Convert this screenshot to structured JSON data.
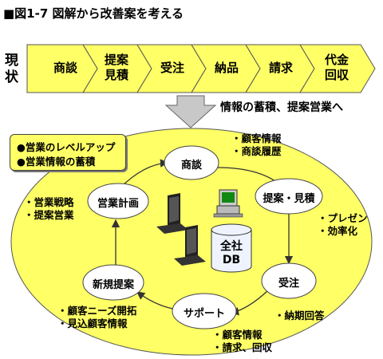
{
  "title": "■図1-7 図解から改善案を考える",
  "current_label": [
    "現",
    "状"
  ],
  "flow": {
    "stages": [
      [
        "商談"
      ],
      [
        "提案",
        "見積"
      ],
      [
        "受注"
      ],
      [
        "納品"
      ],
      [
        "請求"
      ],
      [
        "代金",
        "回収"
      ]
    ],
    "fill_color": "#ffff66"
  },
  "transition": {
    "caption": "情報の蓄積、提案営業へ",
    "arrow_color": "#c8c8c8"
  },
  "goals": [
    "●営業のレベルアップ",
    "●営業情報の蓄積"
  ],
  "cycle": {
    "ellipse_color": "#ffff66",
    "nodes": [
      "商談",
      "提案・見積",
      "受注",
      "サポート",
      "新規提案",
      "営業計画"
    ],
    "database_label": [
      "全社",
      "DB"
    ]
  },
  "notes": {
    "negotiation": [
      "・顧客情報",
      "・商談履歴"
    ],
    "proposal": [
      "・プレゼン",
      "・効率化"
    ],
    "order": [
      "・納期回答"
    ],
    "support": [
      "・顧客情報",
      "・請求、回収"
    ],
    "new_proposal": [
      "・顧客ニーズ開拓",
      "・見込顧客情報"
    ],
    "plan": [
      "・営業戦略",
      "・提案営業"
    ]
  }
}
